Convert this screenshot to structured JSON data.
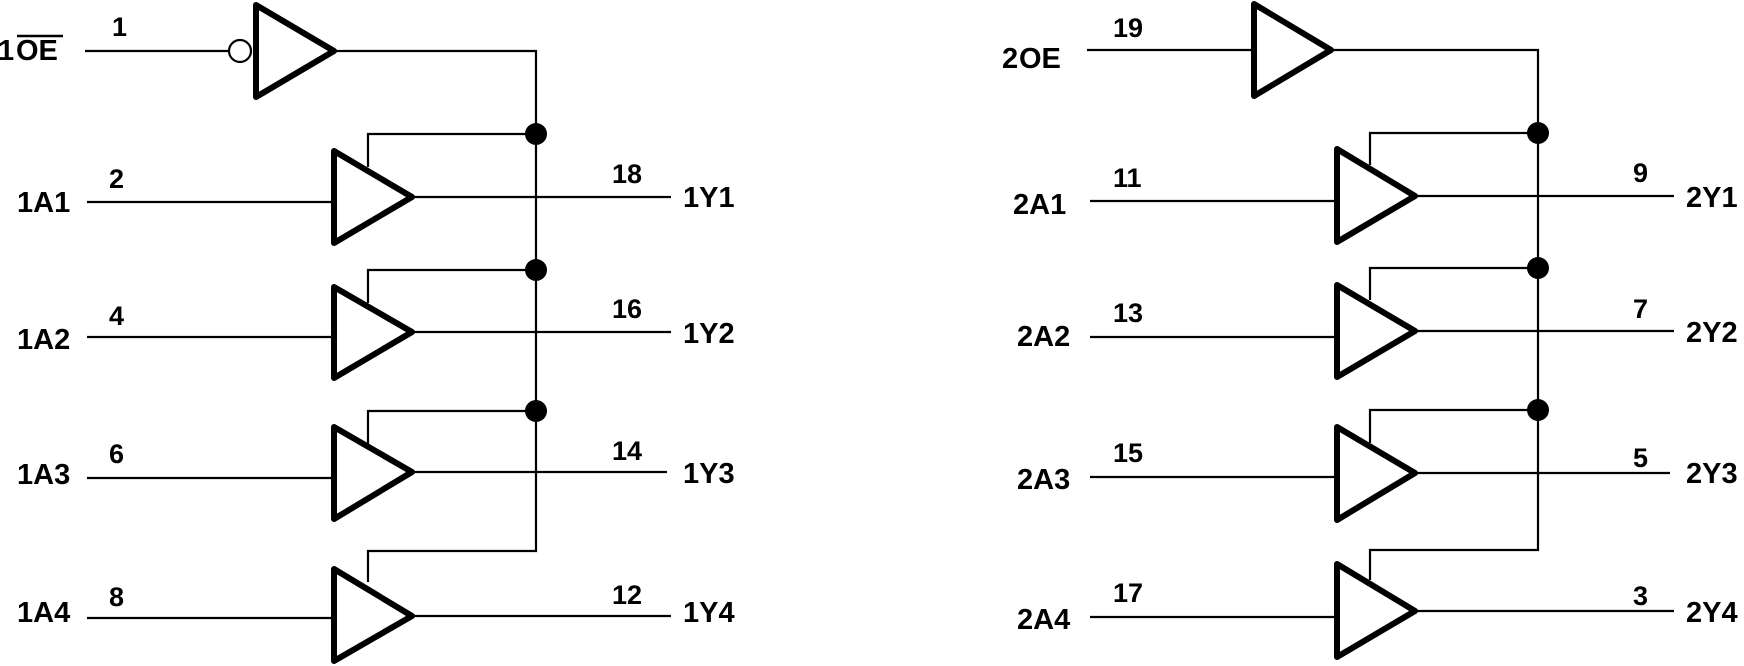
{
  "diagram": {
    "type": "logic-diagram",
    "description": "Octal buffer / line driver with 3-state outputs, two 4-bit sections",
    "colors": {
      "line": "#000000",
      "background": "#ffffff"
    },
    "sections": [
      {
        "id": "1",
        "enable": {
          "label_prefix": "1",
          "label_main": "OE",
          "active_low": true,
          "pin": "1"
        },
        "buffers": [
          {
            "input": "1A1",
            "input_pin": "2",
            "output": "1Y1",
            "output_pin": "18"
          },
          {
            "input": "1A2",
            "input_pin": "4",
            "output": "1Y2",
            "output_pin": "16"
          },
          {
            "input": "1A3",
            "input_pin": "6",
            "output": "1Y3",
            "output_pin": "14"
          },
          {
            "input": "1A4",
            "input_pin": "8",
            "output": "1Y4",
            "output_pin": "12"
          }
        ]
      },
      {
        "id": "2",
        "enable": {
          "label_prefix": "2",
          "label_main": "OE",
          "active_low": false,
          "pin": "19"
        },
        "buffers": [
          {
            "input": "2A1",
            "input_pin": "11",
            "output": "2Y1",
            "output_pin": "9"
          },
          {
            "input": "2A2",
            "input_pin": "13",
            "output": "2Y2",
            "output_pin": "7"
          },
          {
            "input": "2A3",
            "input_pin": "15",
            "output": "2Y3",
            "output_pin": "5"
          },
          {
            "input": "2A4",
            "input_pin": "17",
            "output": "2Y4",
            "output_pin": "3"
          }
        ]
      }
    ]
  }
}
